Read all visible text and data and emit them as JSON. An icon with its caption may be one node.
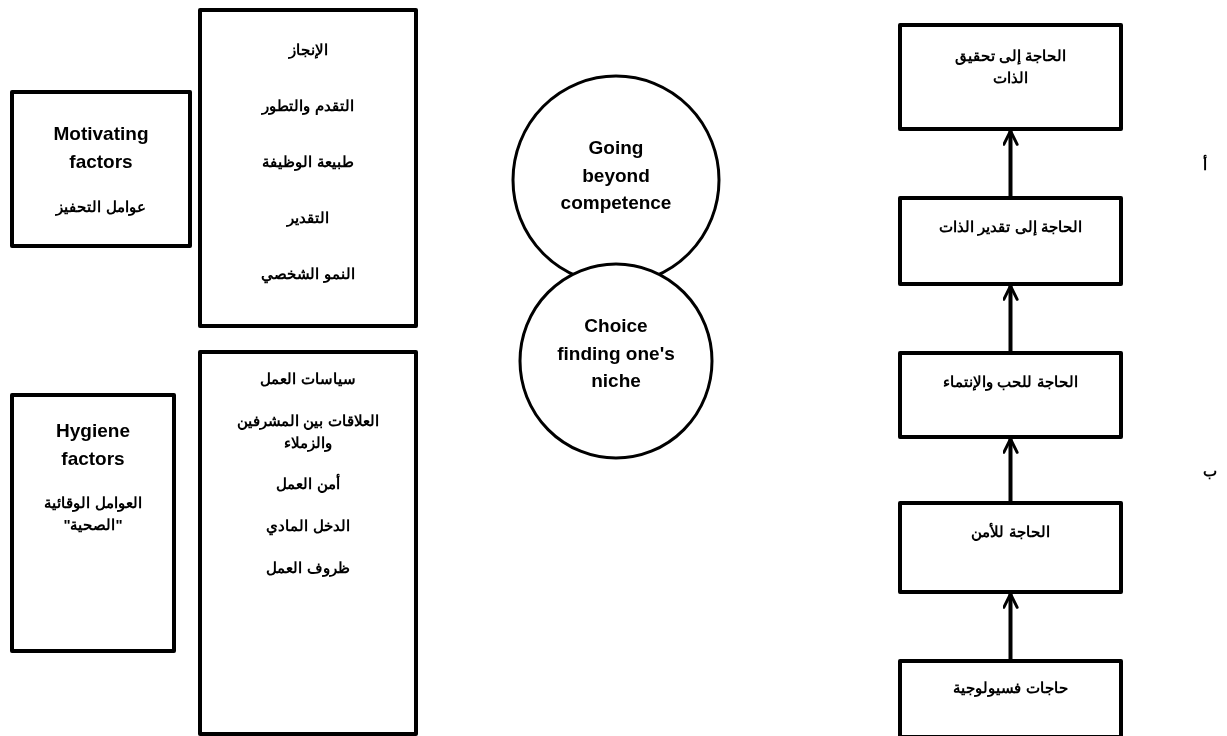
{
  "diagram": {
    "nodes": [
      {
        "text": [
          "Motivating factors",
          "عوامل التحفيز"
        ]
      },
      {
        "text": [
          "الإنجاز",
          "التقدم والتطور",
          "طبيعة الوظيفة",
          "التقدير",
          "النمو الشخصي"
        ]
      },
      {
        "text": [
          "Hygiene factors",
          "العوامل الوقائية \"الصحية\""
        ]
      },
      {
        "text": [
          "سياسات العمل",
          "العلاقات بين المشرفين والزملاء",
          "أمن العمل",
          "الدخل المادي",
          "ظروف العمل"
        ]
      },
      {
        "text": [
          "Going beyond competence"
        ]
      },
      {
        "text": [
          "Choice finding one's niche"
        ]
      },
      {
        "text": [
          "الحاجة إلى تحقيق الذات"
        ]
      },
      {
        "text": [
          "الحاجة إلى تقدير الذات"
        ]
      },
      {
        "text": [
          "الحاجة للحب والإنتماء"
        ]
      },
      {
        "text": [
          "الحاجة للأمن"
        ]
      },
      {
        "text": [
          "حاجات فسيولوجية"
        ]
      }
    ],
    "edges": [
      {
        "from": 10,
        "to": 9,
        "arrow": "to"
      },
      {
        "from": 9,
        "to": 8,
        "arrow": "to"
      },
      {
        "from": 8,
        "to": 7,
        "arrow": "to"
      },
      {
        "from": 7,
        "to": 6,
        "arrow": "to"
      }
    ],
    "labels": [
      "أ",
      "ب"
    ]
  }
}
